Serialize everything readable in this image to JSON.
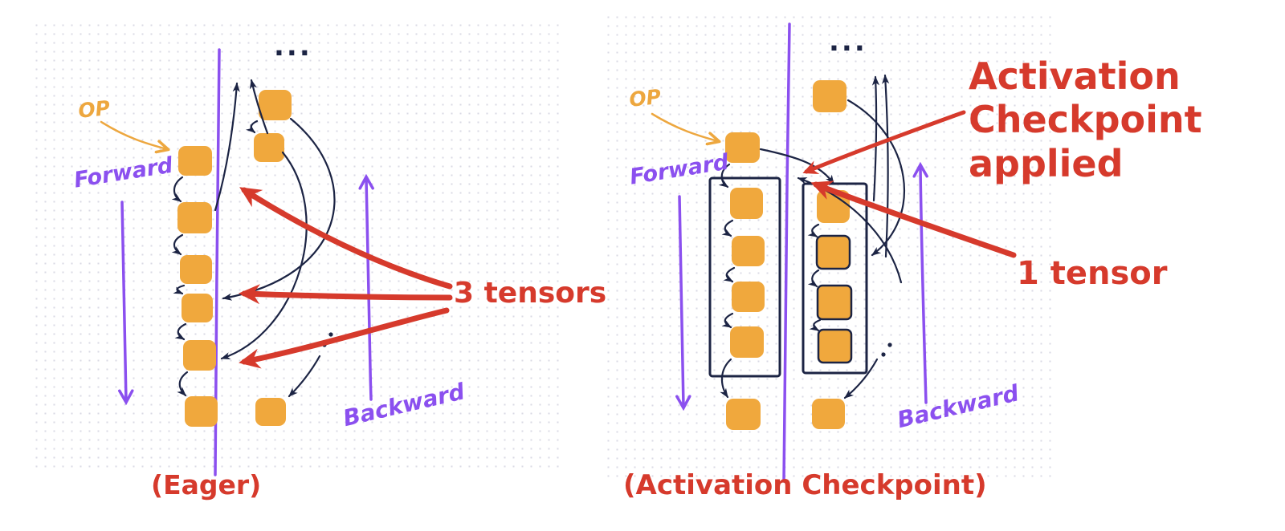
{
  "colors": {
    "op_node_orange": "#f0a83d",
    "flow_purple": "#8b50ef",
    "annotation_red": "#d63a2c",
    "ink": "#1c2444",
    "dot_grid": "#dadae4"
  },
  "eager_panel": {
    "op_label": "OP",
    "forward_label": "Forward",
    "backward_label": "Backward",
    "ellipsis": "...",
    "tensors_annotation": "3 tensors",
    "caption": "(Eager)"
  },
  "checkpoint_panel": {
    "op_label": "OP",
    "forward_label": "Forward",
    "backward_label": "Backward",
    "ellipsis": "...",
    "title_annotation": "Activation Checkpoint applied",
    "tensor_annotation": "1 tensor",
    "caption": "(Activation Checkpoint)"
  }
}
